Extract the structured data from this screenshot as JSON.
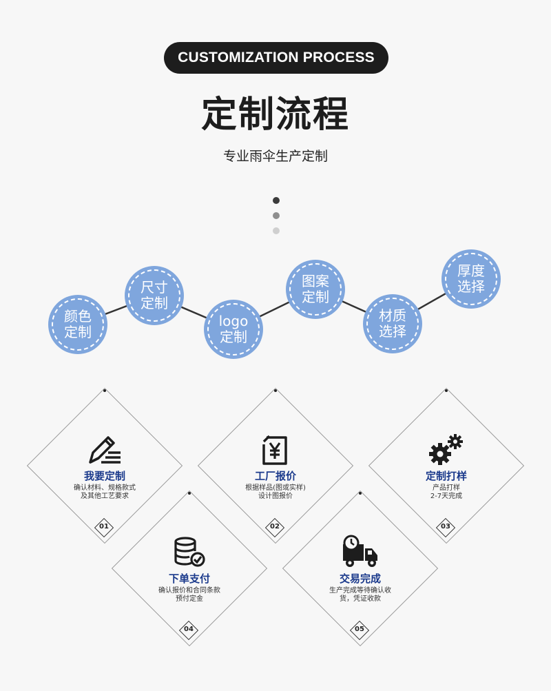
{
  "header": {
    "pill_text": "CUSTOMIZATION PROCESS",
    "title": "定制流程",
    "subtitle": "专业雨伞生产定制"
  },
  "options": [
    {
      "label": "颜色\n定制"
    },
    {
      "label": "尺寸\n定制"
    },
    {
      "label": "logo\n定制"
    },
    {
      "label": "图案\n定制"
    },
    {
      "label": "材质\n选择"
    },
    {
      "label": "厚度\n选择"
    }
  ],
  "steps": [
    {
      "title": "我要定制",
      "desc": "确认材料、规格款式\n及其他工艺要求",
      "number": "01",
      "icon": "pencil-list-icon"
    },
    {
      "title": "工厂报价",
      "desc": "根据样品(图或实样)\n设计图报价",
      "number": "02",
      "icon": "yen-document-icon"
    },
    {
      "title": "定制打样",
      "desc": "产品打样\n2-7天完成",
      "number": "03",
      "icon": "gears-icon"
    },
    {
      "title": "下单支付",
      "desc": "确认报价和合同条款\n预付定金",
      "number": "04",
      "icon": "coins-check-icon"
    },
    {
      "title": "交易完成",
      "desc": "生产完成等待确认收\n货，凭证收款",
      "number": "05",
      "icon": "delivery-truck-icon"
    }
  ],
  "colors": {
    "accent_blue": "#7fa6dd",
    "title_blue": "#1b3a8c",
    "dark": "#1d1d1d",
    "background": "#f7f7f7"
  }
}
